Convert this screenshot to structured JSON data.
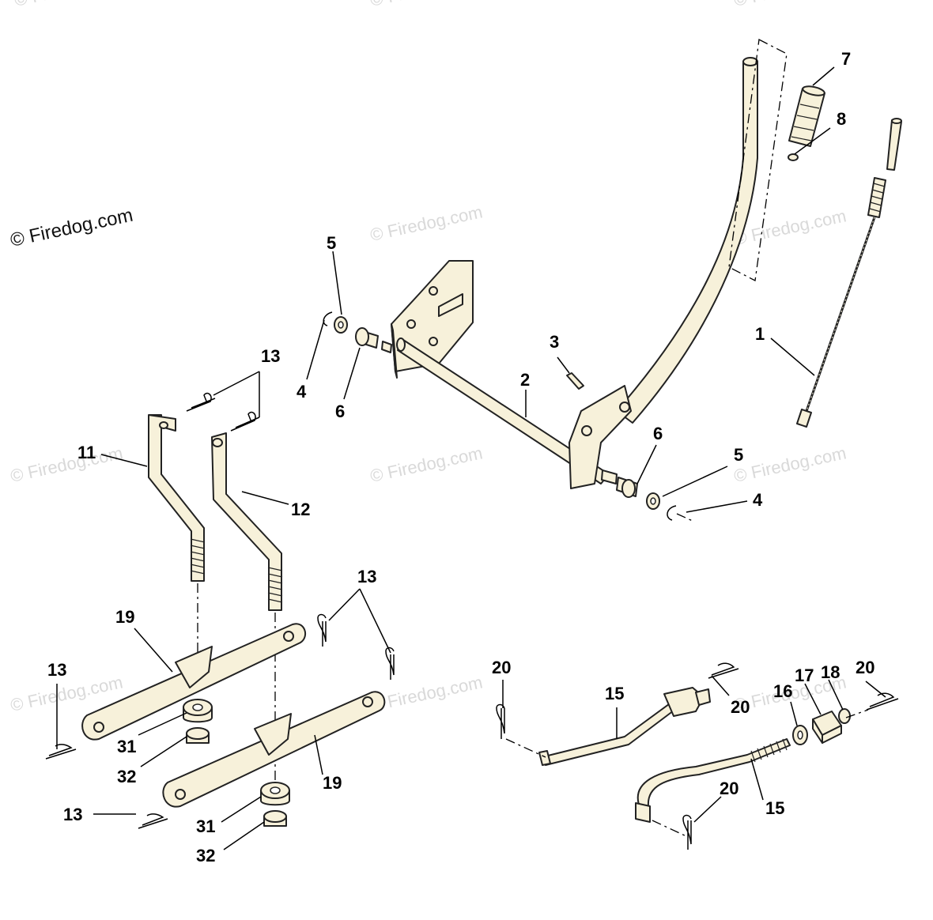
{
  "watermarks": {
    "main": "© Firedog.com",
    "repeat": "© Firedog.com"
  },
  "callouts": {
    "c1": "1",
    "c2": "2",
    "c3": "3",
    "c4a": "4",
    "c4b": "4",
    "c5a": "5",
    "c5b": "5",
    "c6a": "6",
    "c6b": "6",
    "c7": "7",
    "c8": "8",
    "c11": "11",
    "c12": "12",
    "c13a": "13",
    "c13b": "13",
    "c13c": "13",
    "c13d": "13",
    "c15a": "15",
    "c15b": "15",
    "c16": "16",
    "c17": "17",
    "c18": "18",
    "c19a": "19",
    "c19b": "19",
    "c20a": "20",
    "c20b": "20",
    "c20c": "20",
    "c20d": "20",
    "c31a": "31",
    "c31b": "31",
    "c32a": "32",
    "c32b": "32"
  },
  "colors": {
    "part_fill": "#f7f1da",
    "outline": "#222222",
    "watermark": "#d9d9d9"
  }
}
